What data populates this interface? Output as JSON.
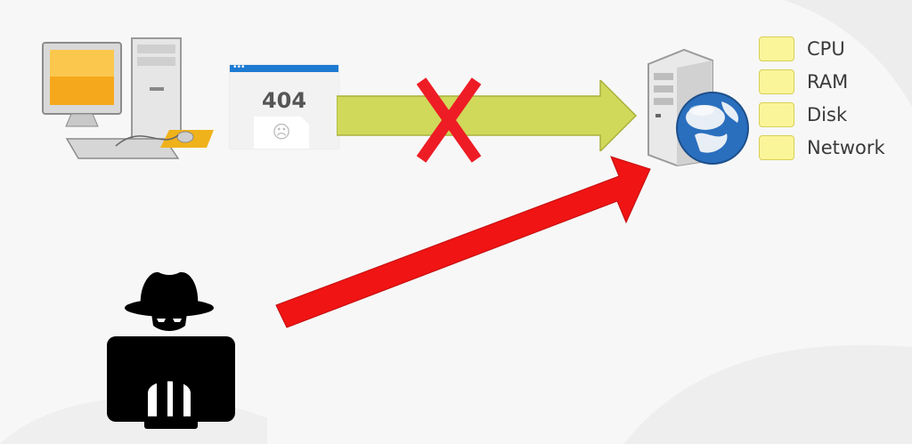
{
  "error_page": {
    "code": "404",
    "face": "☹"
  },
  "resources": [
    {
      "label": "CPU"
    },
    {
      "label": "RAM"
    },
    {
      "label": "Disk"
    },
    {
      "label": "Network"
    }
  ],
  "colors": {
    "legit_arrow": "#d0d95a",
    "attack_arrow": "#f01414",
    "block_mark": "#ee1c25",
    "resource_box": "#fbf59a",
    "browser_bar": "#1e7bd2"
  },
  "icons": {
    "client": "desktop-computer-icon",
    "server": "web-server-icon",
    "attacker": "hacker-icon",
    "blocked": "cross-mark-icon"
  }
}
